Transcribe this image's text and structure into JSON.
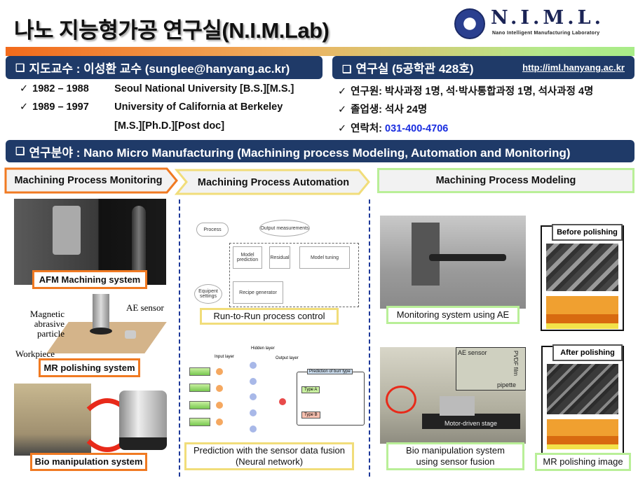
{
  "title": "나노 지능형가공 연구실(N.I.M.Lab)",
  "logo": {
    "text": "N.I.M.L.",
    "subtitle": "Nano Intelligent Manufacturing Laboratory"
  },
  "advisor": {
    "heading": "지도교수 : 이성환 교수 (sunglee@hanyang.ac.kr)",
    "items": [
      {
        "years": "1982 – 1988",
        "text": "Seoul National University [B.S.][M.S.]"
      },
      {
        "years": "1989 – 1997",
        "text": "University of California at Berkeley",
        "cont": "[M.S.][Ph.D.][Post doc]"
      }
    ]
  },
  "lab": {
    "heading": "연구실 (5공학관 428호)",
    "url": "http://iml.hanyang.ac.kr",
    "items": [
      {
        "label": "연구원:",
        "text": "박사과정 1명, 석·박사통합과정 1명, 석사과정 4명"
      },
      {
        "label": "졸업생:",
        "text": "석사 24명"
      },
      {
        "label": "연락처:",
        "text": "031-400-4706"
      }
    ]
  },
  "research": {
    "heading": "연구분야 : Nano Micro Manufacturing (Machining process Modeling, Automation and Monitoring)"
  },
  "tabs": [
    "Machining Process Monitoring",
    "Machining Process Automation",
    "Machining Process Modeling"
  ],
  "monitoring": {
    "afm": "AFM Machining system",
    "mr": "MR polishing system",
    "bio": "Bio manipulation system",
    "mr_labels": {
      "magnetic": "Magnetic abrasive particle",
      "ae": "AE sensor",
      "workpiece": "Workpiece"
    }
  },
  "automation": {
    "r2r": "Run-to-Run process control",
    "nn_line1": "Prediction with the sensor data fusion",
    "nn_line2": "(Neural network)",
    "r2r_nodes": {
      "process": "Process",
      "output": "Output measurements",
      "model": "Model prediction",
      "residual": "Residual",
      "tuning": "Model tuning",
      "recipe": "Recipe generator",
      "equip": "Equipent settings"
    },
    "nn_nodes": {
      "hidden": "Hidden layer",
      "input": "Input layer",
      "output": "Output layer",
      "pred": "Prediction of burr type",
      "typeA": "Type A",
      "typeB": "Type B"
    }
  },
  "modeling": {
    "ae": "Monitoring system using AE",
    "bio_line1": "Bio manipulation system",
    "bio_line2": "using sensor fusion",
    "before": "Before polishing",
    "after": "After polishing",
    "mr_image": "MR polishing image",
    "bio_labels": {
      "ae_sensor": "AE sensor",
      "pvdf": "PVDF film",
      "pipette": "pipette",
      "stage": "Motor-driven stage"
    }
  },
  "check_mark": "✓",
  "box_mark": "❑"
}
